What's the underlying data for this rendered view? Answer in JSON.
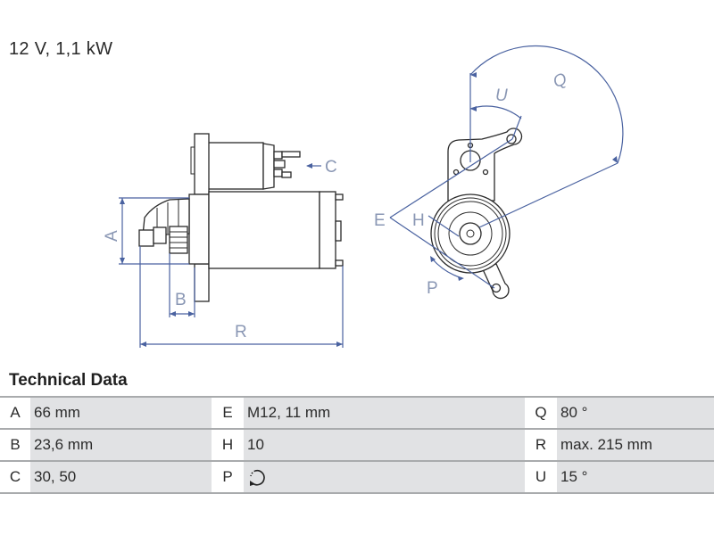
{
  "header": {
    "spec_summary": "12 V, 1,1 kW"
  },
  "drawing": {
    "labels": {
      "A": "A",
      "B": "B",
      "C": "C",
      "E": "E",
      "H": "H",
      "P": "P",
      "Q": "Q",
      "R": "R",
      "U": "U"
    },
    "colors": {
      "dimension_line": "#4a62a0",
      "dimension_text": "#8a97b4",
      "part_outline": "#2a2a2a"
    }
  },
  "technical_data": {
    "heading": "Technical Data",
    "rows": [
      [
        {
          "key": "A",
          "value": "66 mm"
        },
        {
          "key": "E",
          "value": "M12, 11 mm"
        },
        {
          "key": "Q",
          "value": "80 °"
        }
      ],
      [
        {
          "key": "B",
          "value": "23,6 mm"
        },
        {
          "key": "H",
          "value": "10"
        },
        {
          "key": "R",
          "value": "max. 215 mm"
        }
      ],
      [
        {
          "key": "C",
          "value": "30, 50"
        },
        {
          "key": "P",
          "value": "",
          "icon": "counterclockwise-rotation-icon"
        },
        {
          "key": "U",
          "value": "15 °"
        }
      ]
    ],
    "colors": {
      "value_cell": "#e1e2e4",
      "row_border": "#a9abad"
    }
  }
}
